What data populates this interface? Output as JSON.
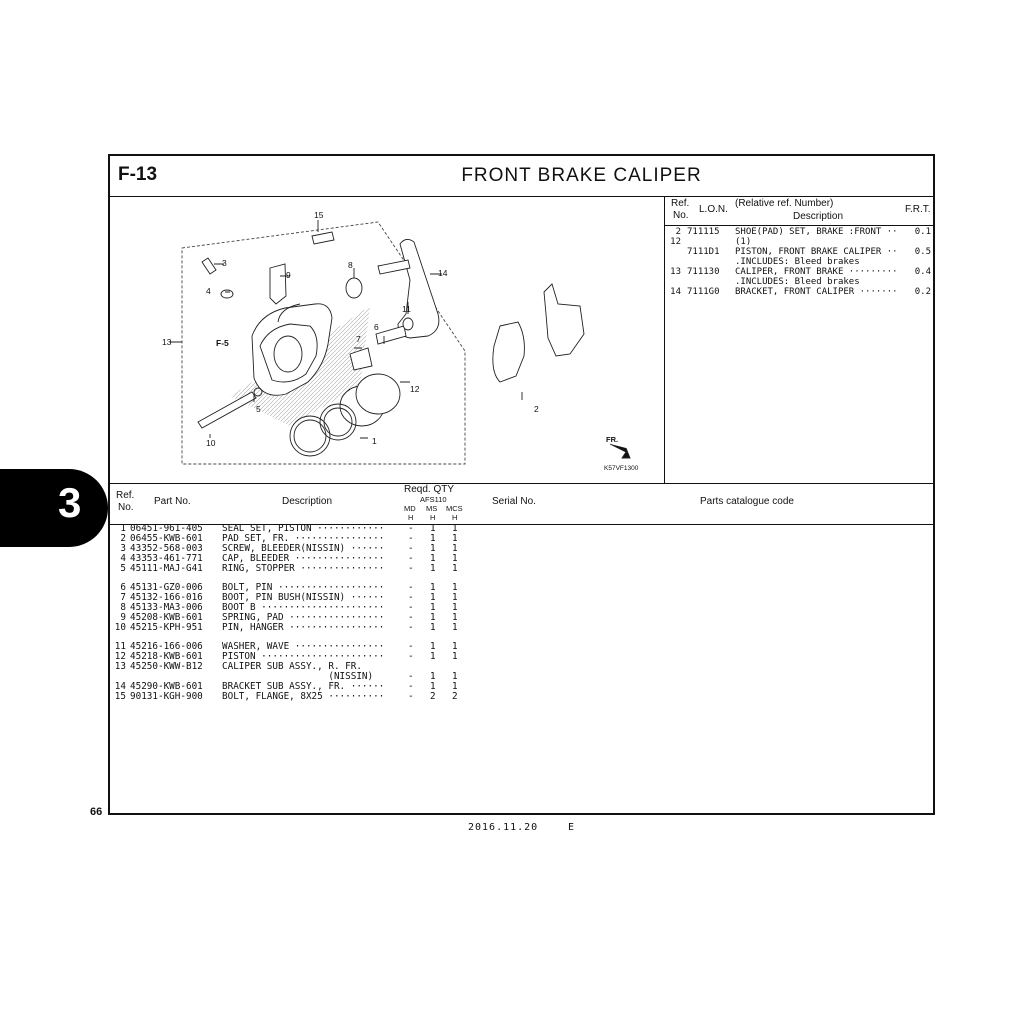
{
  "header": {
    "figure_no": "F-13",
    "title": "FRONT BRAKE CALIPER"
  },
  "diagram": {
    "callouts": [
      "15",
      "3",
      "9",
      "4",
      "8",
      "14",
      "13",
      "F-5",
      "11",
      "7",
      "6",
      "5",
      "12",
      "10",
      "1",
      "2"
    ],
    "direction_label": "FR.",
    "drawing_code": "K57VF1300"
  },
  "ref_table": {
    "headers": {
      "ref": "Ref.",
      "no": "No.",
      "lon": "L.O.N.",
      "relative": "(Relative ref. Number)",
      "description": "Description",
      "frt": "F.R.T."
    },
    "rows": [
      {
        "ref": "2",
        "lon": "711115",
        "desc": "SHOE(PAD) SET, BRAKE :FRONT ··",
        "frt": "0.1"
      },
      {
        "ref": "12",
        "lon": "",
        "desc": "(1)",
        "frt": ""
      },
      {
        "ref": "",
        "lon": "7111D1",
        "desc": "PISTON, FRONT BRAKE CALIPER ··",
        "frt": "0.5"
      },
      {
        "ref": "",
        "lon": "",
        "desc": ".INCLUDES: Bleed brakes",
        "frt": ""
      },
      {
        "ref": "13",
        "lon": "711130",
        "desc": "CALIPER, FRONT BRAKE ·········",
        "frt": "0.4"
      },
      {
        "ref": "",
        "lon": "",
        "desc": ".INCLUDES: Bleed brakes",
        "frt": ""
      },
      {
        "ref": "14",
        "lon": "7111G0",
        "desc": "BRACKET, FRONT CALIPER ·······",
        "frt": "0.2"
      }
    ]
  },
  "parts_table": {
    "headers": {
      "ref": "Ref.",
      "no": "No.",
      "part_no": "Part No.",
      "description": "Description",
      "reqd_qty": "Reqd. QTY",
      "model": "AFS110",
      "variants": [
        "MD",
        "MS",
        "MCS"
      ],
      "variant_sub": [
        "H",
        "H",
        "H"
      ],
      "serial": "Serial No.",
      "catalogue": "Parts catalogue code"
    },
    "groups": [
      [
        {
          "ref": "1",
          "part": "06451-961-405",
          "desc": "SEAL SET, PISTON ············",
          "md": "-",
          "ms": "1",
          "mcs": "1"
        },
        {
          "ref": "2",
          "part": "06455-KWB-601",
          "desc": "PAD SET, FR. ················",
          "md": "-",
          "ms": "1",
          "mcs": "1"
        },
        {
          "ref": "3",
          "part": "43352-568-003",
          "desc": "SCREW, BLEEDER(NISSIN) ······",
          "md": "-",
          "ms": "1",
          "mcs": "1"
        },
        {
          "ref": "4",
          "part": "43353-461-771",
          "desc": "CAP, BLEEDER ················",
          "md": "-",
          "ms": "1",
          "mcs": "1"
        },
        {
          "ref": "5",
          "part": "45111-MAJ-G41",
          "desc": "RING, STOPPER ···············",
          "md": "-",
          "ms": "1",
          "mcs": "1"
        }
      ],
      [
        {
          "ref": "6",
          "part": "45131-GZ0-006",
          "desc": "BOLT, PIN ···················",
          "md": "-",
          "ms": "1",
          "mcs": "1"
        },
        {
          "ref": "7",
          "part": "45132-166-016",
          "desc": "BOOT, PIN BUSH(NISSIN) ······",
          "md": "-",
          "ms": "1",
          "mcs": "1"
        },
        {
          "ref": "8",
          "part": "45133-MA3-006",
          "desc": "BOOT B ······················",
          "md": "-",
          "ms": "1",
          "mcs": "1"
        },
        {
          "ref": "9",
          "part": "45208-KWB-601",
          "desc": "SPRING, PAD ·················",
          "md": "-",
          "ms": "1",
          "mcs": "1"
        },
        {
          "ref": "10",
          "part": "45215-KPH-951",
          "desc": "PIN, HANGER ·················",
          "md": "-",
          "ms": "1",
          "mcs": "1"
        }
      ],
      [
        {
          "ref": "11",
          "part": "45216-166-006",
          "desc": "WASHER, WAVE ················",
          "md": "-",
          "ms": "1",
          "mcs": "1"
        },
        {
          "ref": "12",
          "part": "45218-KWB-601",
          "desc": "PISTON ······················",
          "md": "-",
          "ms": "1",
          "mcs": "1"
        },
        {
          "ref": "13",
          "part": "45250-KWW-B12",
          "desc": "CALIPER SUB ASSY., R. FR.",
          "md": "",
          "ms": "",
          "mcs": ""
        },
        {
          "ref": "",
          "part": "",
          "desc": "                   (NISSIN)",
          "md": "-",
          "ms": "1",
          "mcs": "1"
        },
        {
          "ref": "14",
          "part": "45290-KWB-601",
          "desc": "BRACKET SUB ASSY., FR. ······",
          "md": "-",
          "ms": "1",
          "mcs": "1"
        },
        {
          "ref": "15",
          "part": "90131-KGH-900",
          "desc": "BOLT, FLANGE, 8X25 ··········",
          "md": "-",
          "ms": "2",
          "mcs": "2"
        }
      ]
    ]
  },
  "footer": {
    "page_no": "66",
    "date": "2016.11.20",
    "code": "E"
  },
  "section_tab": {
    "label": "3"
  }
}
